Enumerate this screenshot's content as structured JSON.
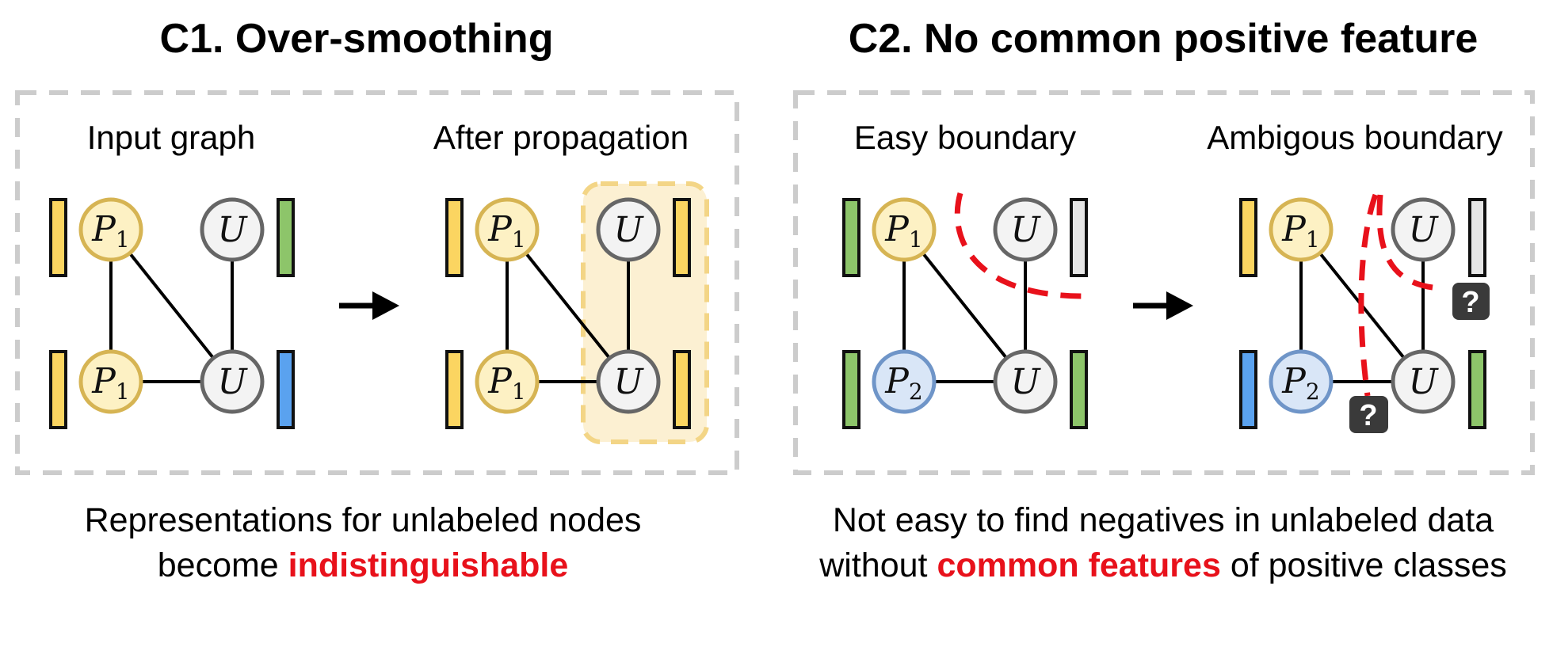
{
  "panels": [
    {
      "title": "C1. Over-smoothing",
      "left_label": "Input graph",
      "right_label": "After propagation",
      "caption_line1": "Representations for unlabeled nodes",
      "caption_line2_prefix": "become ",
      "caption_line2_highlight": "indistinguishable",
      "caption_line2_suffix": ""
    },
    {
      "title": "C2. No common positive feature",
      "left_label": "Easy boundary",
      "right_label": "Ambigous boundary",
      "caption_line1": "Not easy to find negatives in unlabeled data",
      "caption_line2_prefix": "without ",
      "caption_line2_highlight": "common features",
      "caption_line2_suffix": " of positive classes"
    }
  ],
  "node_labels": {
    "p": "P",
    "p1_sub": "1",
    "p2_sub": "2",
    "u": "U"
  },
  "question_mark": "?",
  "colors": {
    "yellow_node_fill": "#fdf1c4",
    "yellow_node_stroke": "#d6b453",
    "blue_node_fill": "#d9e6f7",
    "blue_node_stroke": "#6f95c8",
    "u_node_fill": "#f3f3f3",
    "u_node_stroke": "#666666",
    "bar_yellow": "#fbd561",
    "bar_green": "#8dc56a",
    "bar_blue": "#5aa2ef",
    "bar_gray": "#e6e6e6",
    "dashed_box": "#cccccc",
    "highlight_box_fill": "#fcf0d2",
    "highlight_box_stroke": "#f3d586",
    "boundary_red": "#e8111b",
    "highlight_text": "#e8111b"
  }
}
